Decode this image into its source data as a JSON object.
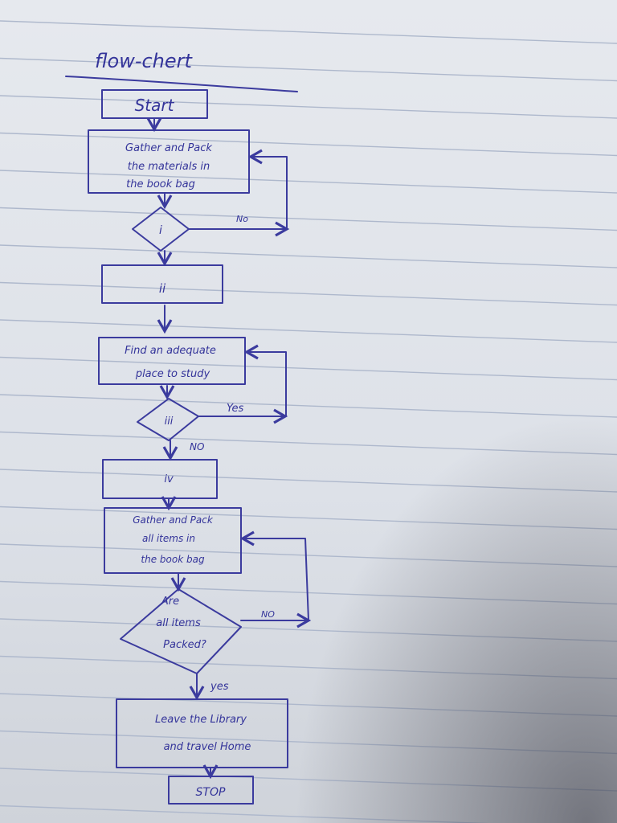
{
  "title": "flow-chert",
  "nodes": {
    "start": "Start",
    "step1": [
      "Gather and Pack",
      "the materials in",
      "the book bag"
    ],
    "decision1": "i",
    "step2": "ii",
    "step3": [
      "Find an adequate",
      "place to study"
    ],
    "decision2": "iii",
    "step4": "iv",
    "step5": [
      "Gather and Pack",
      "all items in",
      "the book bag"
    ],
    "decision3": [
      "Are",
      "all items",
      "Packed?"
    ],
    "step6": [
      "Leave the Library",
      "and travel Home"
    ],
    "stop": "STOP"
  },
  "edge_labels": {
    "decision1_no": "No",
    "decision2_yes": "Yes",
    "decision2_no": "NO",
    "decision3_no": "NO",
    "decision3_yes": "yes"
  },
  "colors": {
    "ink": "#3b3b9e",
    "paper": "#e3e6ec",
    "rule": "#aeb8cc"
  }
}
